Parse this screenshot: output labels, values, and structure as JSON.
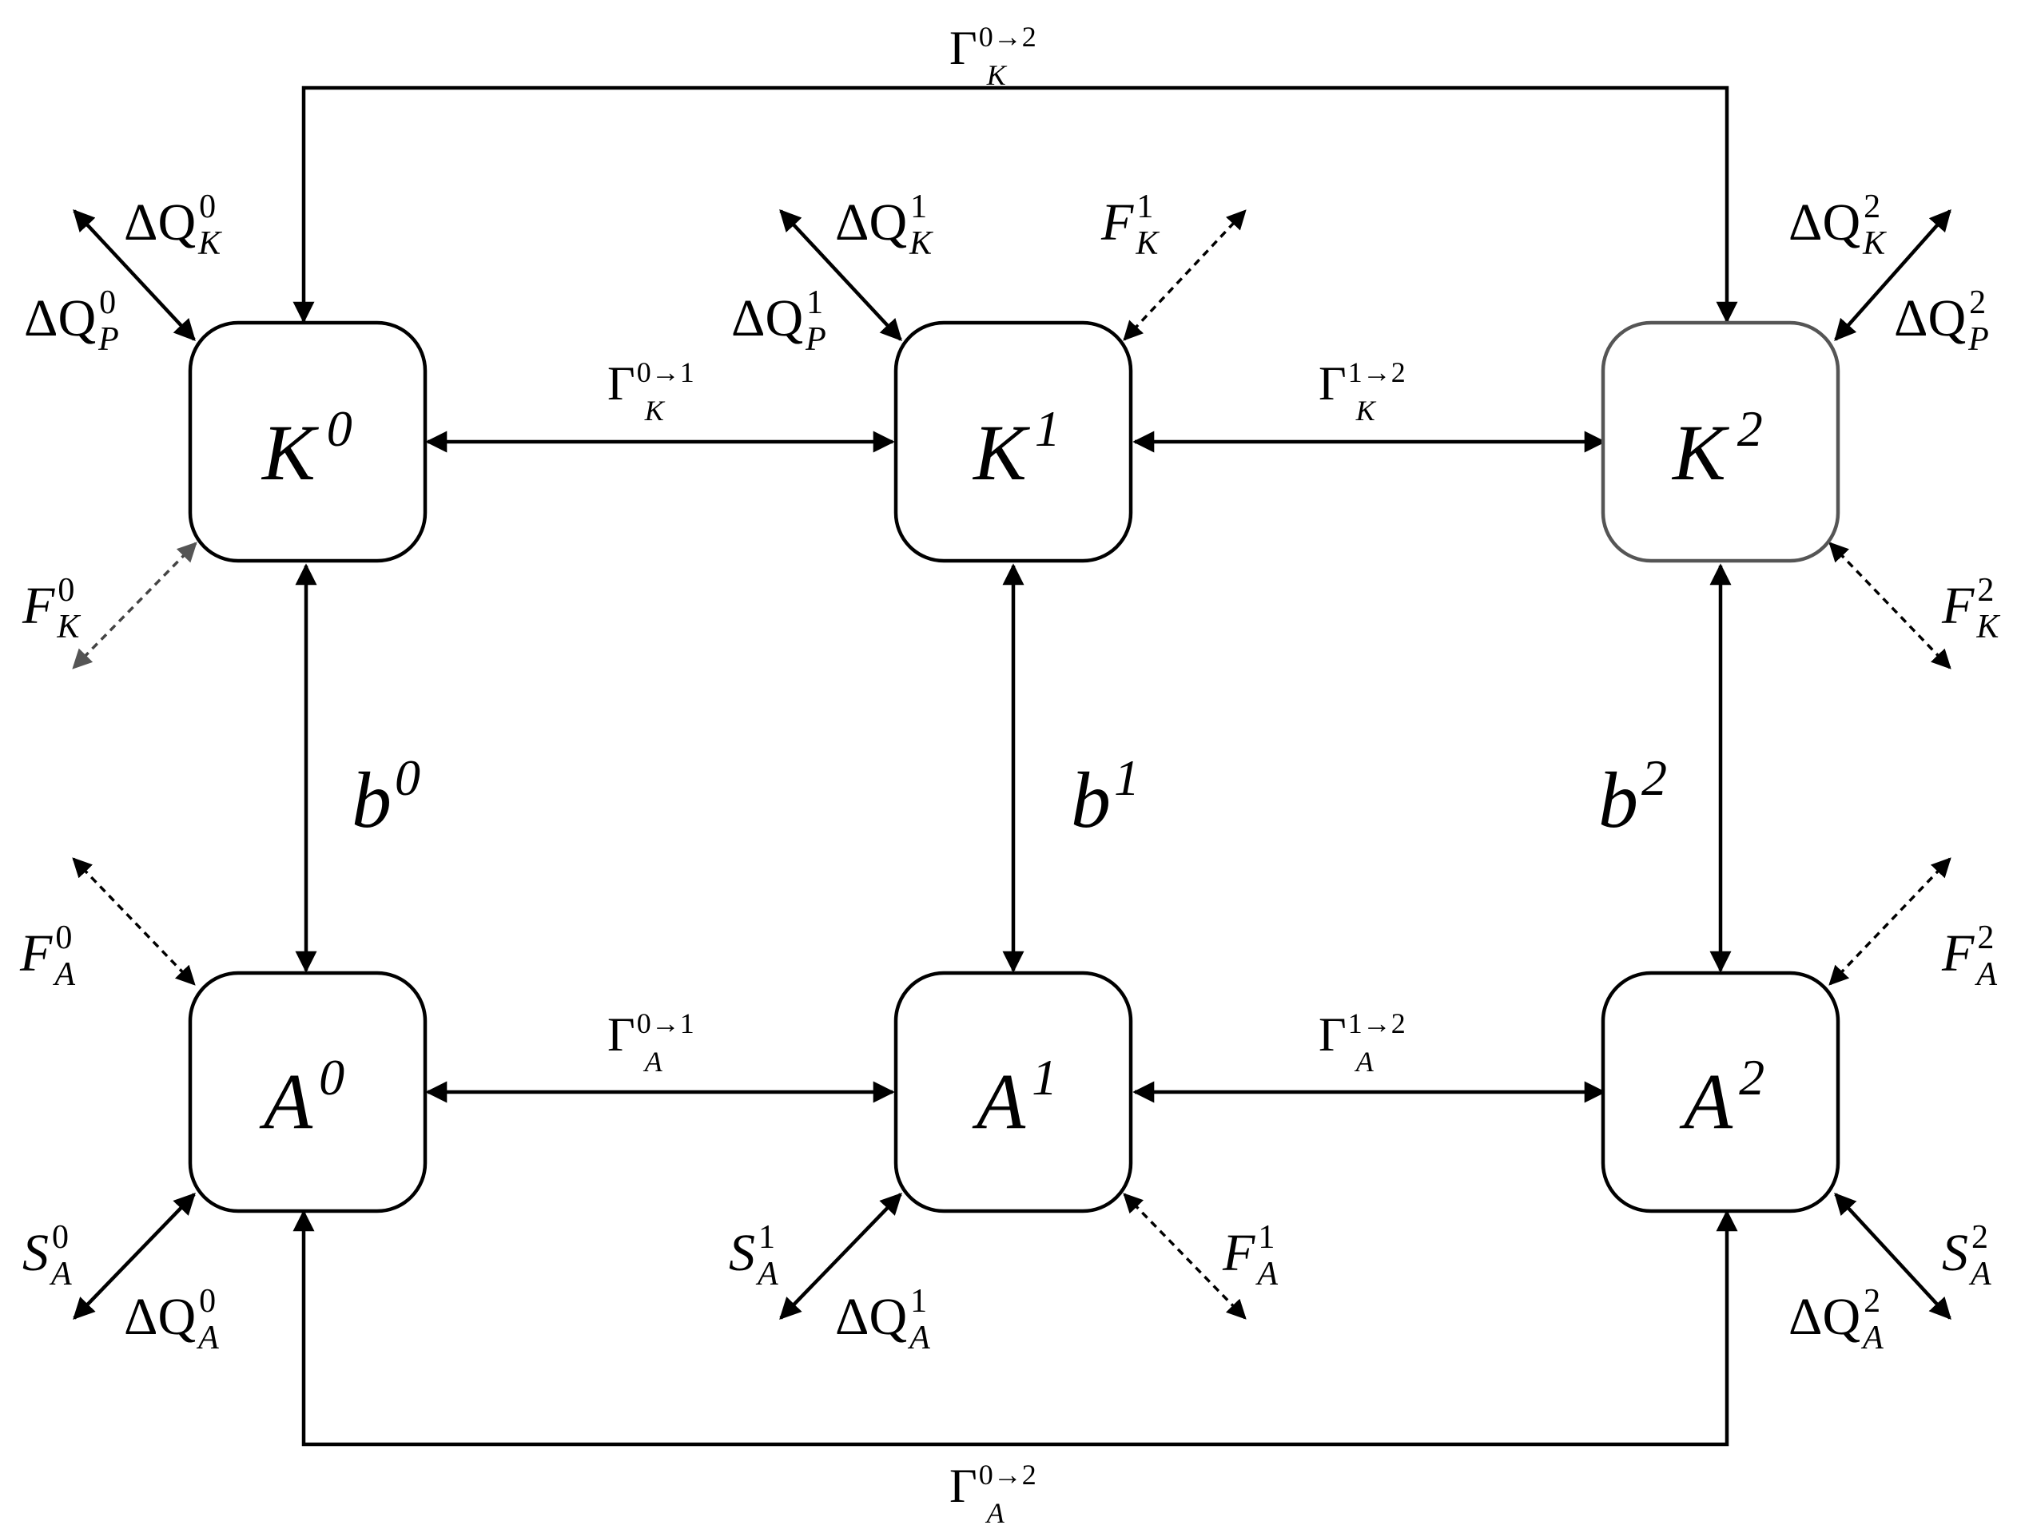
{
  "nodes": [
    {
      "id": "K0",
      "base": "K",
      "sup": "0"
    },
    {
      "id": "K1",
      "base": "K",
      "sup": "1"
    },
    {
      "id": "K2",
      "base": "K",
      "sup": "2"
    },
    {
      "id": "A0",
      "base": "A",
      "sup": "0"
    },
    {
      "id": "A1",
      "base": "A",
      "sup": "1"
    },
    {
      "id": "A2",
      "base": "A",
      "sup": "2"
    }
  ],
  "links": {
    "gamma_k_01": {
      "base": "Γ",
      "sup": "0→1",
      "sub": "K"
    },
    "gamma_k_12": {
      "base": "Γ",
      "sup": "1→2",
      "sub": "K"
    },
    "gamma_k_02": {
      "base": "Γ",
      "sup": "0→2",
      "sub": "K"
    },
    "gamma_a_01": {
      "base": "Γ",
      "sup": "0→1",
      "sub": "A"
    },
    "gamma_a_12": {
      "base": "Γ",
      "sup": "1→2",
      "sub": "A"
    },
    "gamma_a_02": {
      "base": "Γ",
      "sup": "0→2",
      "sub": "A"
    },
    "b0": {
      "base": "b",
      "sup": "0"
    },
    "b1": {
      "base": "b",
      "sup": "1"
    },
    "b2": {
      "base": "b",
      "sup": "2"
    }
  },
  "flows": {
    "dQK0": {
      "base": "ΔQ",
      "sup": "0",
      "sub": "K"
    },
    "dQP0": {
      "base": "ΔQ",
      "sup": "0",
      "sub": "P"
    },
    "FK0": {
      "base": "F",
      "sup": "0",
      "sub": "K"
    },
    "dQK1": {
      "base": "ΔQ",
      "sup": "1",
      "sub": "K"
    },
    "dQP1": {
      "base": "ΔQ",
      "sup": "1",
      "sub": "P"
    },
    "FK1": {
      "base": "F",
      "sup": "1",
      "sub": "K"
    },
    "dQK2": {
      "base": "ΔQ",
      "sup": "2",
      "sub": "K"
    },
    "dQP2": {
      "base": "ΔQ",
      "sup": "2",
      "sub": "P"
    },
    "FK2": {
      "base": "F",
      "sup": "2",
      "sub": "K"
    },
    "FA0": {
      "base": "F",
      "sup": "0",
      "sub": "A"
    },
    "SA0": {
      "base": "S",
      "sup": "0",
      "sub": "A"
    },
    "dQA0": {
      "base": "ΔQ",
      "sup": "0",
      "sub": "A"
    },
    "SA1": {
      "base": "S",
      "sup": "1",
      "sub": "A"
    },
    "dQA1": {
      "base": "ΔQ",
      "sup": "1",
      "sub": "A"
    },
    "FA1": {
      "base": "F",
      "sup": "1",
      "sub": "A"
    },
    "FA2": {
      "base": "F",
      "sup": "2",
      "sub": "A"
    },
    "SA2": {
      "base": "S",
      "sup": "2",
      "sub": "A"
    },
    "dQA2": {
      "base": "ΔQ",
      "sup": "2",
      "sub": "A"
    }
  }
}
